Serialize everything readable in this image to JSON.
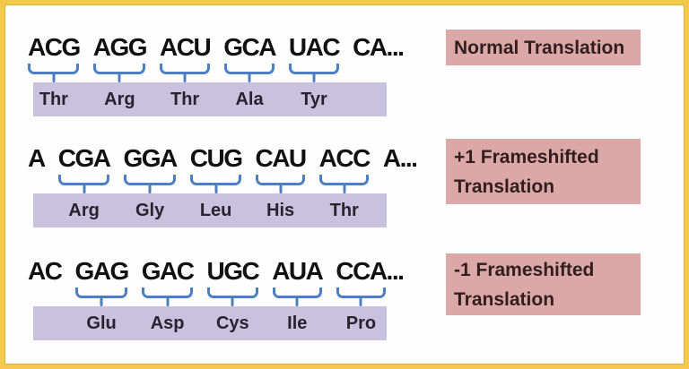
{
  "figure": {
    "title_semantic": "frameshift-translation-diagram",
    "background": "#fefefe",
    "border_color": "#f2c84d"
  },
  "colors": {
    "amino_bar": "#c9c2de",
    "label_box": "#dca7a7",
    "brace": "#4d7fc0",
    "codon_text": "#111111",
    "amino_text": "#26242e",
    "label_text": "#311f1f"
  },
  "rows": [
    {
      "id": "normal",
      "label_lines": [
        "Normal Translation"
      ],
      "units": [
        {
          "codon": "ACG",
          "suffix": "",
          "brace": true,
          "amino": "Thr"
        },
        {
          "codon": "AGG",
          "suffix": "",
          "brace": true,
          "amino": "Arg"
        },
        {
          "codon": "ACU",
          "suffix": "",
          "brace": true,
          "amino": "Thr"
        },
        {
          "codon": "GCA",
          "suffix": "",
          "brace": true,
          "amino": "Ala"
        },
        {
          "codon": "UAC",
          "suffix": "",
          "brace": true,
          "amino": "Tyr"
        },
        {
          "codon": "CA",
          "suffix": "...",
          "brace": false,
          "amino": ""
        }
      ]
    },
    {
      "id": "plus1-frameshift",
      "label_lines": [
        "+1 Frameshifted",
        "Translation"
      ],
      "units": [
        {
          "codon": "A",
          "suffix": "",
          "brace": false,
          "amino": ""
        },
        {
          "codon": "CGA",
          "suffix": "",
          "brace": true,
          "amino": "Arg"
        },
        {
          "codon": "GGA",
          "suffix": "",
          "brace": true,
          "amino": "Gly"
        },
        {
          "codon": "CUG",
          "suffix": "",
          "brace": true,
          "amino": "Leu"
        },
        {
          "codon": "CAU",
          "suffix": "",
          "brace": true,
          "amino": "His"
        },
        {
          "codon": "ACC",
          "suffix": "",
          "brace": true,
          "amino": "Thr"
        },
        {
          "codon": "A",
          "suffix": "...",
          "brace": false,
          "amino": ""
        }
      ]
    },
    {
      "id": "minus1-frameshift",
      "label_lines": [
        "-1 Frameshifted",
        "Translation"
      ],
      "units": [
        {
          "codon": "AC",
          "suffix": "",
          "brace": false,
          "amino": ""
        },
        {
          "codon": "GAG",
          "suffix": "",
          "brace": true,
          "amino": "Glu"
        },
        {
          "codon": "GAC",
          "suffix": "",
          "brace": true,
          "amino": "Asp"
        },
        {
          "codon": "UGC",
          "suffix": "",
          "brace": true,
          "amino": "Cys"
        },
        {
          "codon": "AUA",
          "suffix": "",
          "brace": true,
          "amino": "Ile"
        },
        {
          "codon": "CCA",
          "suffix": "...",
          "brace": true,
          "amino": "Pro"
        }
      ]
    }
  ]
}
